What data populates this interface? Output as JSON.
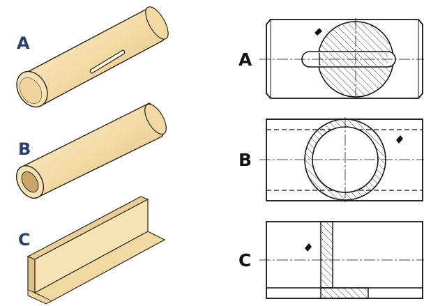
{
  "figure": {
    "rows": [
      {
        "id": "A",
        "label": "A"
      },
      {
        "id": "B",
        "label": "B"
      },
      {
        "id": "C",
        "label": "C"
      }
    ]
  },
  "colors": {
    "solid_fill": "#f6e2b4",
    "solid_shade": "#e4c88c",
    "solid_outline": "#2a2216",
    "label_3d": "#2c3e6a",
    "drawing_line": "#111111",
    "hatch": "#333333"
  }
}
